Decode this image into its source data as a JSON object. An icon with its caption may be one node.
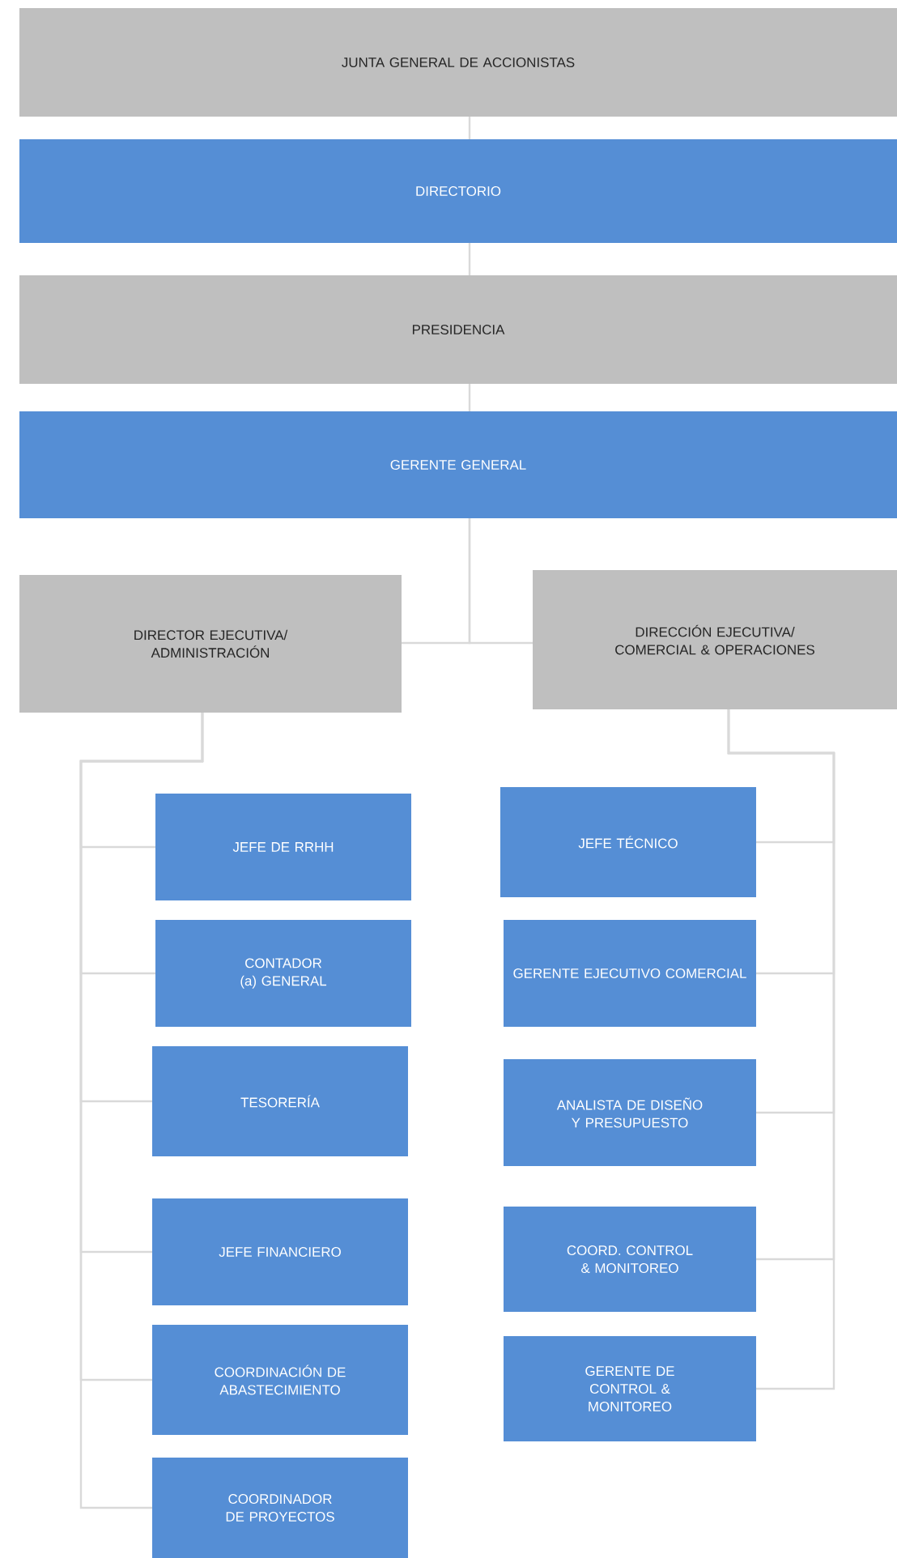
{
  "diagram": {
    "nodes": [
      {
        "text": [
          "JUNTA GENERAL DE ACCIONISTAS"
        ]
      },
      {
        "text": [
          "DIRECTORIO"
        ]
      },
      {
        "text": [
          "PRESIDENCIA"
        ]
      },
      {
        "text": [
          "GERENTE GENERAL"
        ]
      },
      {
        "text": [
          "DIRECTOR EJECUTIVA/ ADMINISTRACIÓN"
        ]
      },
      {
        "text": [
          "DIRECCIÓN EJECUTIVA/ COMERCIAL & OPERACIONES"
        ]
      },
      {
        "text": [
          "JEFE DE RRHH"
        ]
      },
      {
        "text": [
          "CONTADOR (a) GENERAL"
        ]
      },
      {
        "text": [
          "TESORERÍA"
        ]
      },
      {
        "text": [
          "JEFE FINANCIERO"
        ]
      },
      {
        "text": [
          "COORDINACIÓN DE ABASTECIMIENTO"
        ]
      },
      {
        "text": [
          "COORDINADOR DE PROYECTOS"
        ]
      },
      {
        "text": [
          "JEFE TÉCNICO"
        ]
      },
      {
        "text": [
          "GERENTE EJECUTIVO COMERCIAL"
        ]
      },
      {
        "text": [
          "ANALISTA DE DISEÑO Y PRESUPUESTO"
        ]
      },
      {
        "text": [
          "COORD. CONTROL & MONITOREO"
        ]
      },
      {
        "text": [
          "GERENTE DE CONTROL & MONITOREO"
        ]
      }
    ],
    "edges": [
      {
        "from": 0,
        "to": 1,
        "arrow": "none"
      },
      {
        "from": 1,
        "to": 2,
        "arrow": "none"
      },
      {
        "from": 2,
        "to": 3,
        "arrow": "none"
      },
      {
        "from": 3,
        "to": 4,
        "arrow": "none"
      },
      {
        "from": 3,
        "to": 5,
        "arrow": "none"
      },
      {
        "from": 4,
        "to": 6,
        "arrow": "none"
      },
      {
        "from": 4,
        "to": 7,
        "arrow": "none"
      },
      {
        "from": 4,
        "to": 8,
        "arrow": "none"
      },
      {
        "from": 4,
        "to": 9,
        "arrow": "none"
      },
      {
        "from": 4,
        "to": 10,
        "arrow": "none"
      },
      {
        "from": 4,
        "to": 11,
        "arrow": "none"
      },
      {
        "from": 5,
        "to": 12,
        "arrow": "none"
      },
      {
        "from": 5,
        "to": 13,
        "arrow": "none"
      },
      {
        "from": 5,
        "to": 14,
        "arrow": "none"
      },
      {
        "from": 5,
        "to": 15,
        "arrow": "none"
      },
      {
        "from": 5,
        "to": 16,
        "arrow": "none"
      }
    ]
  }
}
